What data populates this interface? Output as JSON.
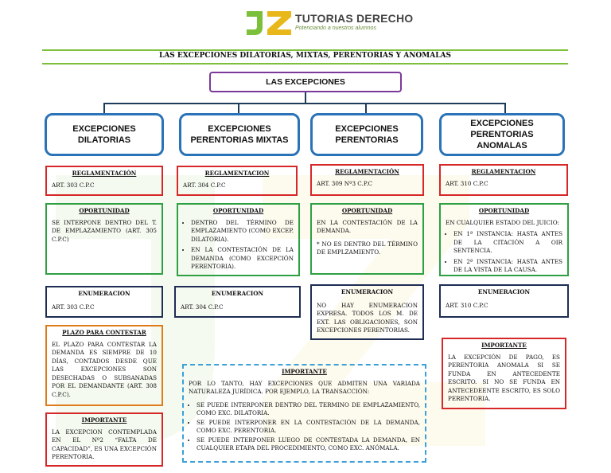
{
  "brand": {
    "name": "TUTORIAS DERECHO",
    "tagline": "Potenciando a nuestros alumnos"
  },
  "page_title": "LAS EXCEPCIONES DILATORIAS, MIXTAS, PERENTORIAS Y ANOMALAS",
  "root_label": "LAS EXCEPCIONES",
  "colors": {
    "red": "#d62828",
    "green": "#2ea043",
    "navy": "#1f2d54",
    "blue": "#2a73b8",
    "orange": "#e07b1a",
    "purple": "#7a3a9a",
    "accent": "#7bbf3a"
  },
  "columns": [
    {
      "title": "EXCEPCIONES DILATORIAS",
      "reglamentacion": {
        "header": "REGLAMENTACIÓN",
        "text": "ART. 303 C.P.C"
      },
      "oportunidad": {
        "header": "OPORTUNIDAD",
        "text": "SE INTERPONE DENTRO DEL T. DE EMPLAZAMIENTO (ART. 305 C.P.C)"
      },
      "enumeracion": {
        "header": "ENUMERACION",
        "text": "ART. 303 C.P.C"
      },
      "plazo": {
        "header": "PLAZO PARA CONTESTAR",
        "text": "EL PLAZO PARA CONTESTAR LA DEMANDA ES SIEMPRE DE 10 DÍAS, CONTADOS DESDE QUE LAS EXCEPCIONES SON DESECHADAS O SUBSANADAS POR EL DEMANDANTE (ART. 308 C.P.C)."
      },
      "importante": {
        "header": "IMPORTANTE",
        "text": "LA EXCEPCION CONTEMPLADA EN EL Nº2 “FALTA DE CAPACIDAD”, ES UNA EXCEPCIÓN PERENTORIA."
      }
    },
    {
      "title": "EXCEPCIONES PERENTORIAS MIXTAS",
      "reglamentacion": {
        "header": "REGLAMENTACION",
        "text": "ART. 304 C.P.C"
      },
      "oportunidad": {
        "header": "OPORTUNIDAD",
        "items": [
          "DENTRO DEL TÉRMINO DE EMPLAZAMIENTO (COMO EXCEP. DILATORIA).",
          "EN LA CONTESTACIÓN DE LA DEMANDA (COMO EXCEPCIÓN PERENTORIA)."
        ]
      },
      "enumeracion": {
        "header": "ENUMERACION",
        "text": "ART. 304 C.P.C"
      }
    },
    {
      "title": "EXCEPCIONES PERENTORIAS",
      "reglamentacion": {
        "header": "REGLAMENTACIÓN",
        "text": "ART. 309 Nº3 C.P.C"
      },
      "oportunidad": {
        "header": "OPORTUNIDAD",
        "text": "EN LA CONTESTACIÓN DE LA DEMANDA.",
        "note": "* NO ES DENTRO DEL TÉRMINO DE EMPLZAMIENTO."
      },
      "enumeracion": {
        "header": "ENUMERACION",
        "text": "NO HAY ENUMERACION EXPRESA. TODOS LOS M. DE EXT. LAS OBLIGACIONES, SON EXCEPCIONES PERENTORIAS."
      }
    },
    {
      "title": "EXCEPCIONES PERENTORIAS ANOMALAS",
      "reglamentacion": {
        "header": "REGLAMENTACION",
        "text": "ART. 310 C.P.C"
      },
      "oportunidad": {
        "header": "OPORTUNIDAD",
        "intro": "EN CUALQUIER ESTADO DEL JUICIO:",
        "items": [
          "EN 1ª INSTANCIA: HASTA ANTES DE LA CITACIÓN A OIR SENTENCIA.",
          "EN 2ª INSTANCIA: HASTA ANTES DE LA VISTA DE LA CAUSA."
        ]
      },
      "enumeracion": {
        "header": "ENUMERACION",
        "text": "ART. 310 C.P.C"
      },
      "importante": {
        "header": "IMPORTANTE",
        "text": "LA EXCEPCIÓN DE PAGO, ES PERENTORIA ANOMALA SI SE FUNDA EN ANTECEDENTE ESCRITO. SI NO SE FUNDA EN ANTECEDEENTE ESCRITO, ES SOLO PERENTORIA."
      }
    }
  ],
  "center_note": {
    "header": "IMPORTANTE",
    "text": "POR LO TANTO, HAY EXCEPCIONES QUE ADMITEN UNA VARIADA NATURALEZA JURÍDICA. POR EJEMPLO, LA TRANSACCIÓN:",
    "items": [
      "SE PUEDE INTERPONER DENTRO DEL TERMINO DE EMPLAZAMIENTO, COMO EXC. DILATORIA.",
      "SE PUEDE INTERPONER EN LA CONTESTACIÓN DE LA DEMANDA, COMO EXC. PERENTORIA.",
      "SE PUEDE INTERPONER LUEGO DE CONTESTADA LA DEMANDA, EN CUALQUIER ETAPA DEL PROCEDIMIENTO, COMO EXC. ANÓMALA."
    ]
  }
}
